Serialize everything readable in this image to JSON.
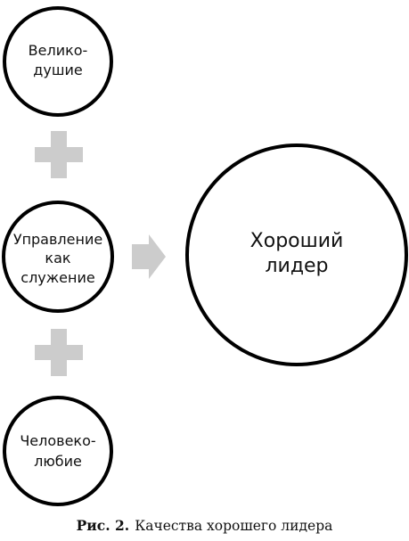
{
  "nodes": {
    "magnanimity": {
      "line1": "Велико-",
      "line2": "душие"
    },
    "servant": {
      "line1": "Управление",
      "line2": "как",
      "line3": "служение"
    },
    "philanthropy": {
      "line1": "Человеко-",
      "line2": "любие"
    },
    "leader": {
      "line1": "Хороший",
      "line2": "лидер"
    }
  },
  "connectors": {
    "plus_color": "#cccccc",
    "arrow_color": "#cccccc"
  },
  "caption": {
    "figure": "Рис. 2.",
    "text": "Качества хорошего лидера"
  }
}
